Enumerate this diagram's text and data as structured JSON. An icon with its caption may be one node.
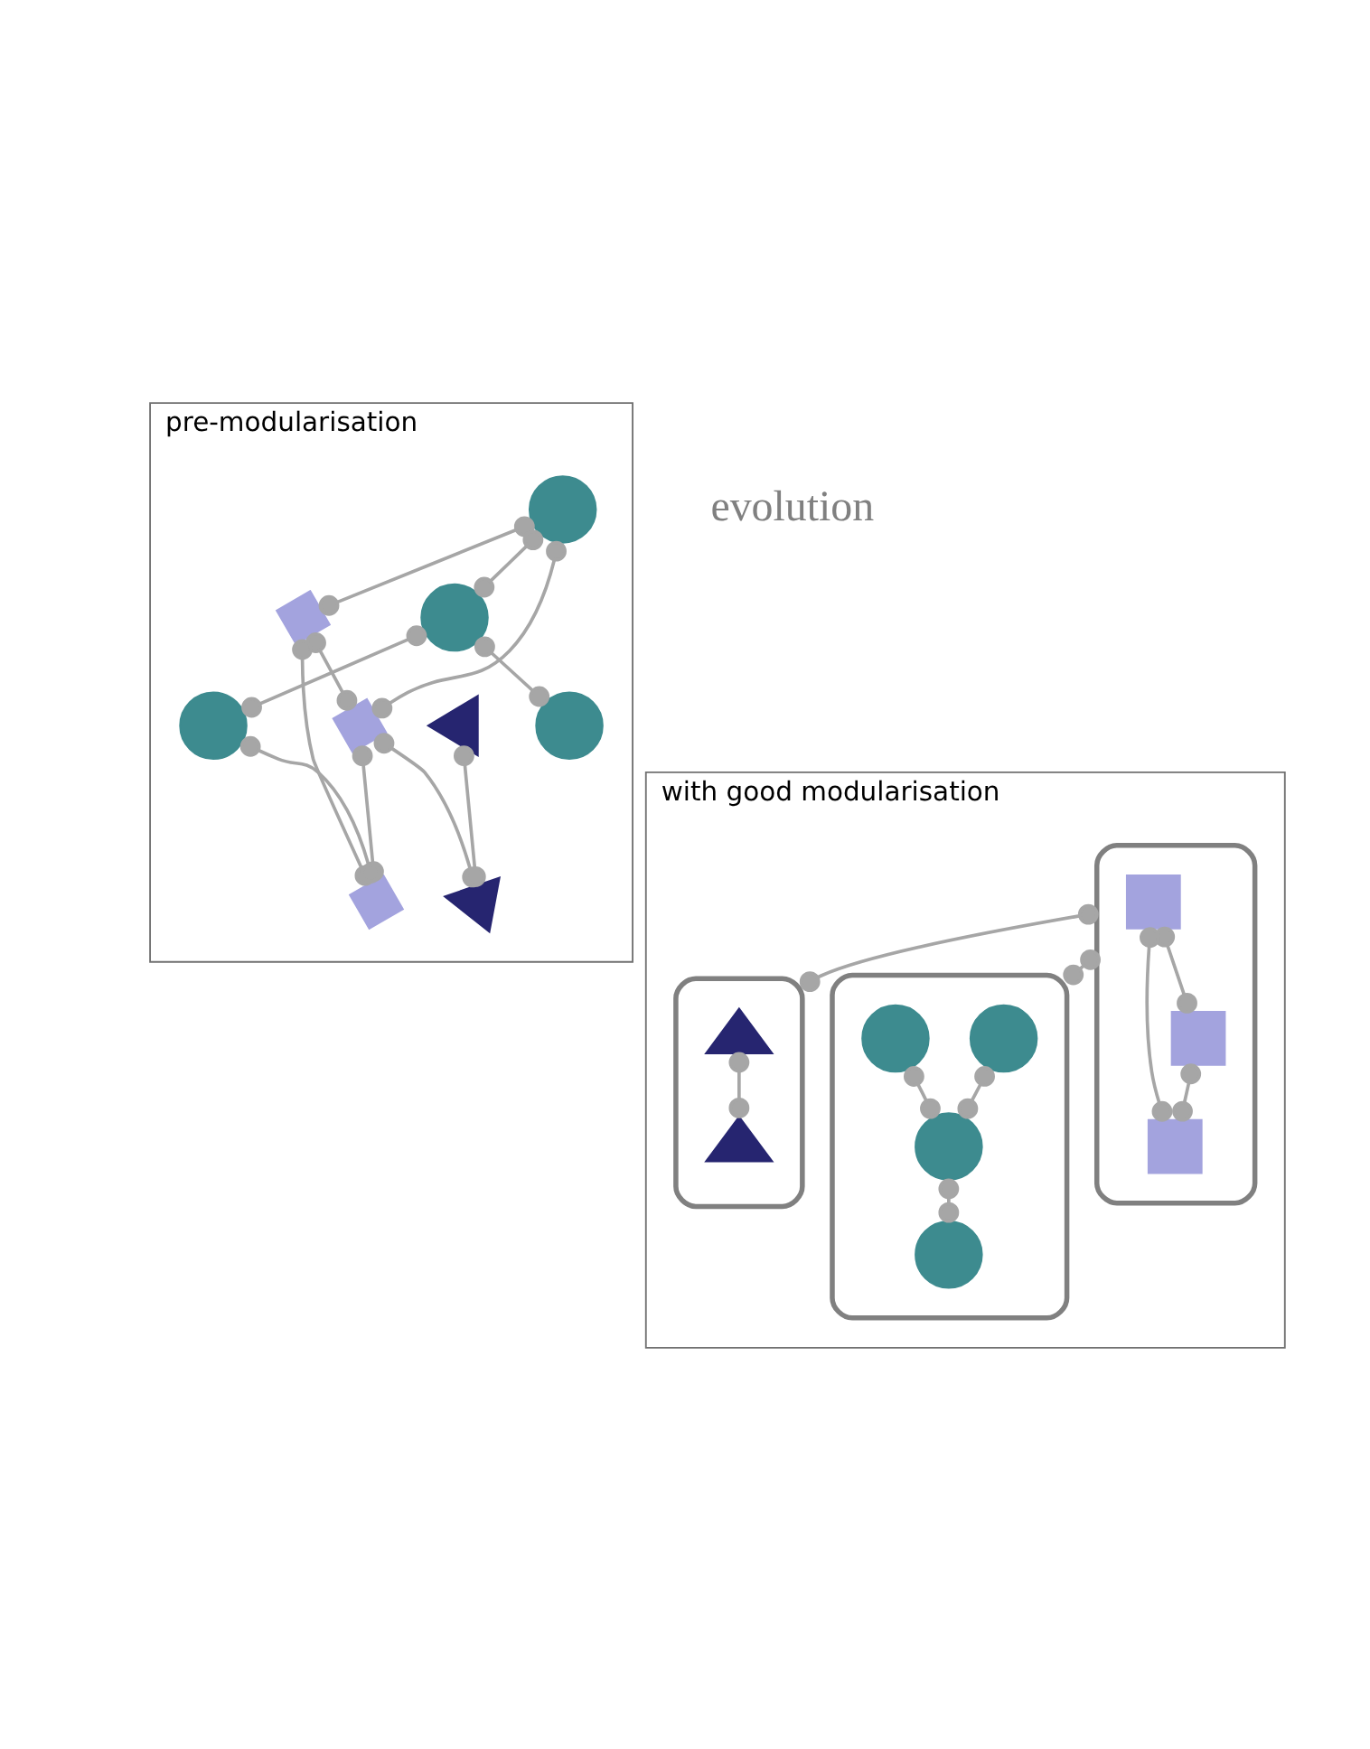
{
  "diagram": {
    "nodes": [
      {
        "text": [
          "pre-modularisation"
        ]
      },
      {
        "text": [],
        "shape": "circle",
        "in": 0
      },
      {
        "text": [],
        "shape": "box",
        "in": 0
      },
      {
        "text": [],
        "shape": "box",
        "in": 0
      },
      {
        "text": [],
        "shape": "circle",
        "in": 0
      },
      {
        "text": [],
        "shape": "triangle",
        "in": 0
      },
      {
        "text": [],
        "shape": "triangle",
        "in": 0
      },
      {
        "text": [],
        "shape": "box",
        "in": 0
      },
      {
        "text": [],
        "shape": "circle",
        "in": 0
      },
      {
        "text": [],
        "shape": "circle",
        "in": 0
      },
      {
        "text": [
          "with good modularisation"
        ]
      },
      {
        "text": [],
        "shape": "box",
        "in": 10
      },
      {
        "text": [],
        "shape": "triangle",
        "in": 11
      },
      {
        "text": [],
        "shape": "triangle",
        "in": 11
      },
      {
        "text": [],
        "shape": "box",
        "in": 10
      },
      {
        "text": [],
        "shape": "box",
        "in": 14
      },
      {
        "text": [],
        "shape": "box",
        "in": 14
      },
      {
        "text": [],
        "shape": "box",
        "in": 14
      },
      {
        "text": [],
        "shape": "box",
        "in": 10
      },
      {
        "text": [],
        "shape": "circle",
        "in": 18
      },
      {
        "text": [],
        "shape": "circle",
        "in": 18
      },
      {
        "text": [],
        "shape": "circle",
        "in": 18
      },
      {
        "text": [],
        "shape": "circle",
        "in": 18
      }
    ],
    "edges": [
      {
        "from": 1,
        "to": 2,
        "arrow": "other"
      },
      {
        "from": 1,
        "to": 3,
        "arrow": "other"
      },
      {
        "from": 1,
        "to": 4,
        "arrow": "other"
      },
      {
        "from": 2,
        "to": 3,
        "arrow": "other"
      },
      {
        "from": 2,
        "to": 7,
        "arrow": "other"
      },
      {
        "from": 3,
        "to": 6,
        "arrow": "other"
      },
      {
        "from": 3,
        "to": 7,
        "arrow": "other"
      },
      {
        "from": 4,
        "to": 9,
        "arrow": "other"
      },
      {
        "from": 4,
        "to": 8,
        "arrow": "other"
      },
      {
        "from": 5,
        "to": 6,
        "arrow": "other"
      },
      {
        "from": 9,
        "to": 7,
        "arrow": "other"
      },
      {
        "from": 14,
        "to": 11,
        "arrow": "other"
      },
      {
        "from": 12,
        "to": 13,
        "arrow": "other"
      },
      {
        "from": 15,
        "to": 16,
        "arrow": "other"
      },
      {
        "from": 15,
        "to": 17,
        "arrow": "other"
      },
      {
        "from": 16,
        "to": 17,
        "arrow": "other"
      },
      {
        "from": 14,
        "to": 18,
        "arrow": "other"
      },
      {
        "from": 19,
        "to": 21,
        "arrow": "other"
      },
      {
        "from": 20,
        "to": 21,
        "arrow": "other"
      },
      {
        "from": 21,
        "to": 22,
        "arrow": "other"
      }
    ],
    "labels": [
      "evolution"
    ]
  }
}
